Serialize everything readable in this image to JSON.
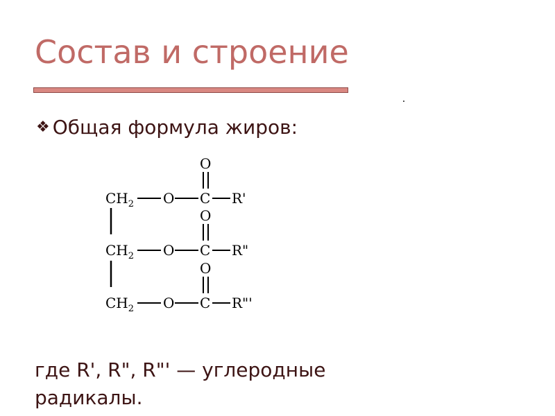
{
  "slide": {
    "title": "Состав и строение",
    "bullet_icon": "diamond-bullet-icon",
    "bullet_text": "Общая формула жиров:",
    "formula": {
      "rows": [
        {
          "ch2": "CH",
          "sub": "2",
          "o": "O",
          "c": "C",
          "carbonyl_o": "O",
          "r": "R'"
        },
        {
          "ch2": "CH",
          "sub": "2",
          "o": "O",
          "c": "C",
          "carbonyl_o": "O",
          "r": "R\""
        },
        {
          "ch2": "CH",
          "sub": "2",
          "o": "O",
          "c": "C",
          "carbonyl_o": "O",
          "r": "R\"'"
        }
      ]
    },
    "footer_line1": "где R', R\", R\"' — углеродные",
    "footer_line2": "радикалы."
  },
  "colors": {
    "title": "#c06a66",
    "title_bar": "#d98882",
    "body_text": "#3d1414"
  }
}
